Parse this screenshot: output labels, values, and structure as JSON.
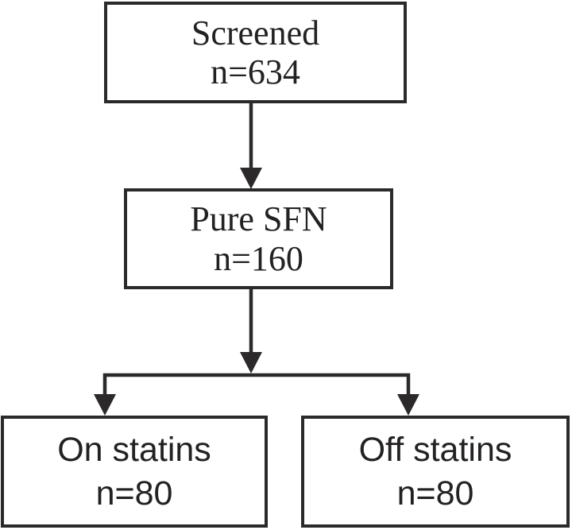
{
  "diagram": {
    "type": "flowchart",
    "background_color": "#ffffff",
    "line_color": "#2b292a",
    "text_color": "#242122",
    "nodes": {
      "screened": {
        "label": "Screened",
        "count": "n=634"
      },
      "pure_sfn": {
        "label": "Pure SFN",
        "count": "n=160"
      },
      "on_statins": {
        "label": "On statins",
        "count": "n=80"
      },
      "off_statins": {
        "label": "Off statins",
        "count": "n=80"
      }
    },
    "edges": [
      {
        "from": "Screened",
        "to": "Pure SFN"
      },
      {
        "from": "Pure SFN",
        "to": "On statins"
      },
      {
        "from": "Pure SFN",
        "to": "Off statins"
      }
    ]
  }
}
